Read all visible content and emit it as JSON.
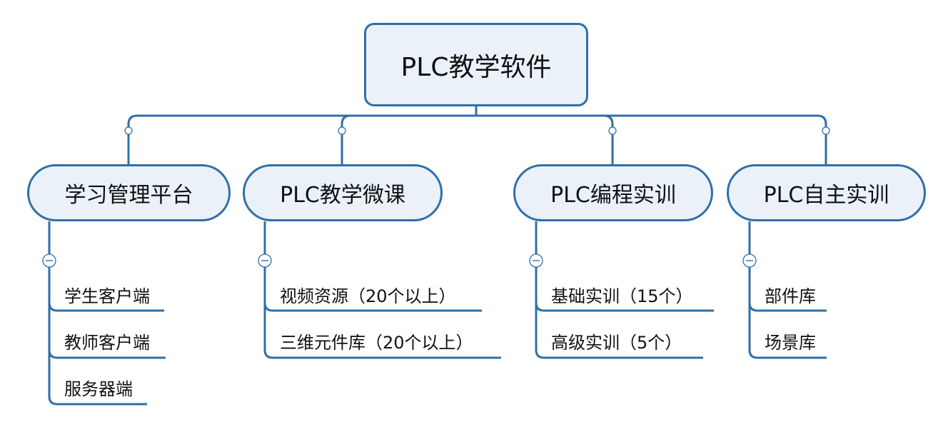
{
  "root": {
    "label": "PLC教学软件"
  },
  "categories": [
    {
      "label": "学习管理平台",
      "items": [
        "学生客户端",
        "教师客户端",
        "服务器端"
      ]
    },
    {
      "label": "PLC教学微课",
      "items": [
        "视频资源（20个以上）",
        "三维元件库（20个以上）"
      ]
    },
    {
      "label": "PLC编程实训",
      "items": [
        "基础实训（15个）",
        "高级实训（5个）"
      ]
    },
    {
      "label": "PLC自主实训",
      "items": [
        "部件库",
        "场景库"
      ]
    }
  ],
  "colors": {
    "stroke": "#2f6fa7",
    "node_fill": "#eaf1f9",
    "text": "#111111"
  },
  "icons": {
    "collapse": "minus-circle-icon",
    "junction": "circle-dot-icon"
  }
}
